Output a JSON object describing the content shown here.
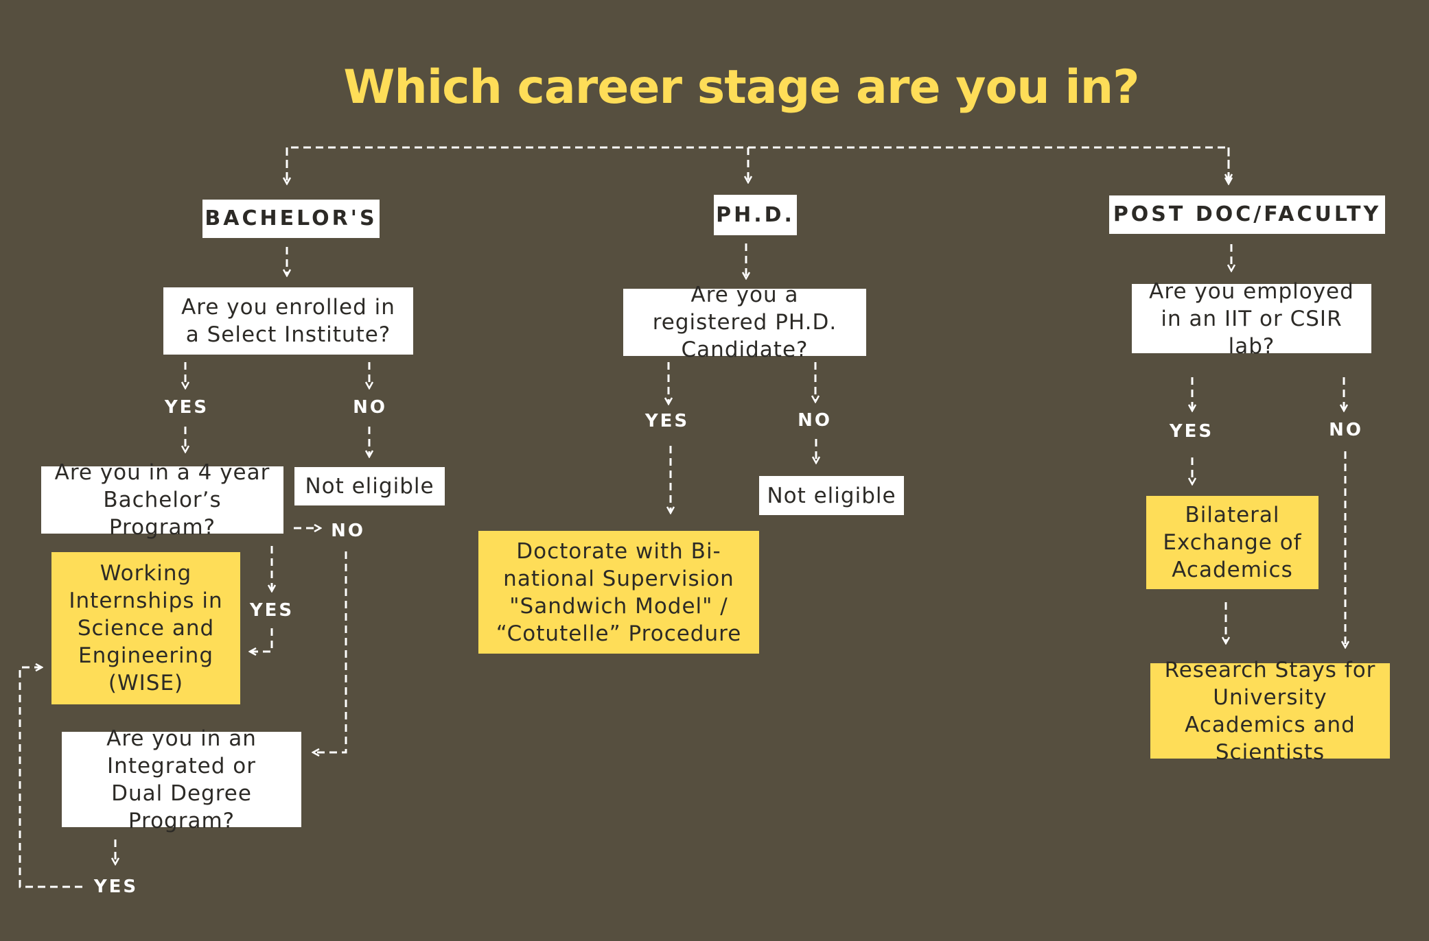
{
  "title": "Which career stage are you in?",
  "categories": {
    "bachelors": "BACHELOR'S",
    "phd": "PH.D.",
    "postdoc": "POST DOC/FACULTY"
  },
  "bachelors": {
    "q1": "Are you enrolled in a Select Institute?",
    "q1_yes": "YES",
    "q1_no": "NO",
    "not_eligible": "Not eligible",
    "q2": "Are you in a 4 year Bachelor’s Program?",
    "q2_no": "NO",
    "q2_yes": "YES",
    "wise": "Working Internships in Science and Engineering (WISE)",
    "q3": "Are you in an Integrated or Dual Degree Program?",
    "q3_yes": "YES"
  },
  "phd": {
    "q1": "Are you a registered PH.D. Candidate?",
    "yes": "YES",
    "no": "NO",
    "not_eligible": "Not eligible",
    "result": "Doctorate with Bi-national Supervision \"Sandwich Model\" / “Cotutelle” Procedure"
  },
  "postdoc": {
    "q1": "Are you employed in an IIT or CSIR lab?",
    "yes": "YES",
    "no": "NO",
    "bilateral": "Bilateral Exchange of Academics",
    "research": "Research Stays for University Academics and Scientists"
  },
  "colors": {
    "background": "#564f3f",
    "accent": "#fedd58",
    "box": "#ffffff",
    "text": "#2c2a26",
    "connector": "#ffffff"
  }
}
